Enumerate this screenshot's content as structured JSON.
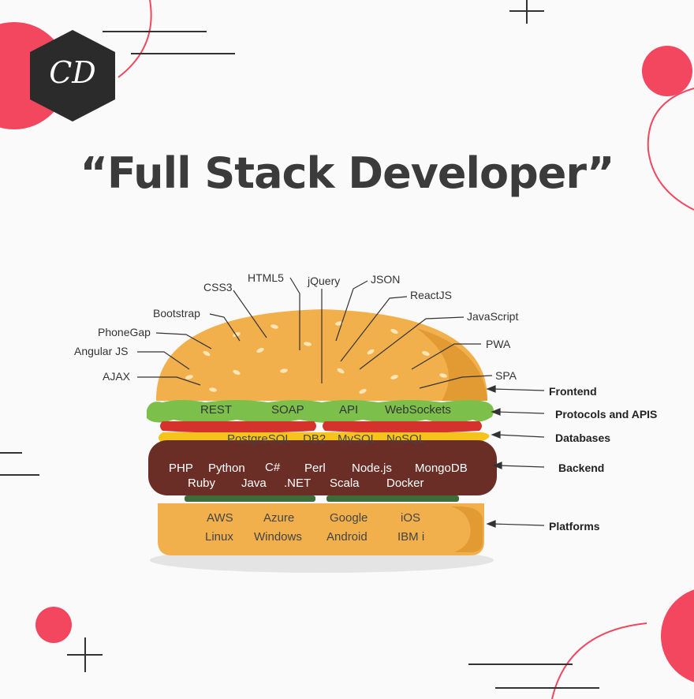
{
  "logo": {
    "text": "CD"
  },
  "title": "“Full Stack Developer”",
  "frontend_labels": [
    "CSS3",
    "HTML5",
    "jQuery",
    "JSON",
    "ReactJS",
    "Bootstrap",
    "JavaScript",
    "PhoneGap",
    "PWA",
    "Angular JS",
    "AJAX",
    "SPA"
  ],
  "layers": {
    "frontend": "Frontend",
    "protocols": "Protocols and APIS",
    "databases": "Databases",
    "backend": "Backend",
    "platforms": "Platforms"
  },
  "protocols": [
    "REST",
    "SOAP",
    "API",
    "WebSockets"
  ],
  "databases": [
    "PostgreSQL",
    "DB2",
    "MySQL",
    "NoSQL"
  ],
  "backend_row1": [
    "PHP",
    "Python",
    "C#",
    "Perl",
    "Node.js",
    "MongoDB"
  ],
  "backend_row2": [
    "Ruby",
    "Java",
    ".NET",
    "Scala",
    "Docker"
  ],
  "platforms_row1": [
    "AWS",
    "Azure",
    "Google",
    "iOS"
  ],
  "platforms_row2": [
    "Linux",
    "Windows",
    "Android",
    "IBM i"
  ],
  "colors": {
    "accent": "#f2475e",
    "bun": "#f2b04c",
    "bun_shadow": "#e29a33",
    "lettuce": "#7cc04b",
    "tomato": "#d6322d",
    "cheese": "#f6c21c",
    "patty": "#6b2e26",
    "logo_bg": "#2b2b2b"
  }
}
